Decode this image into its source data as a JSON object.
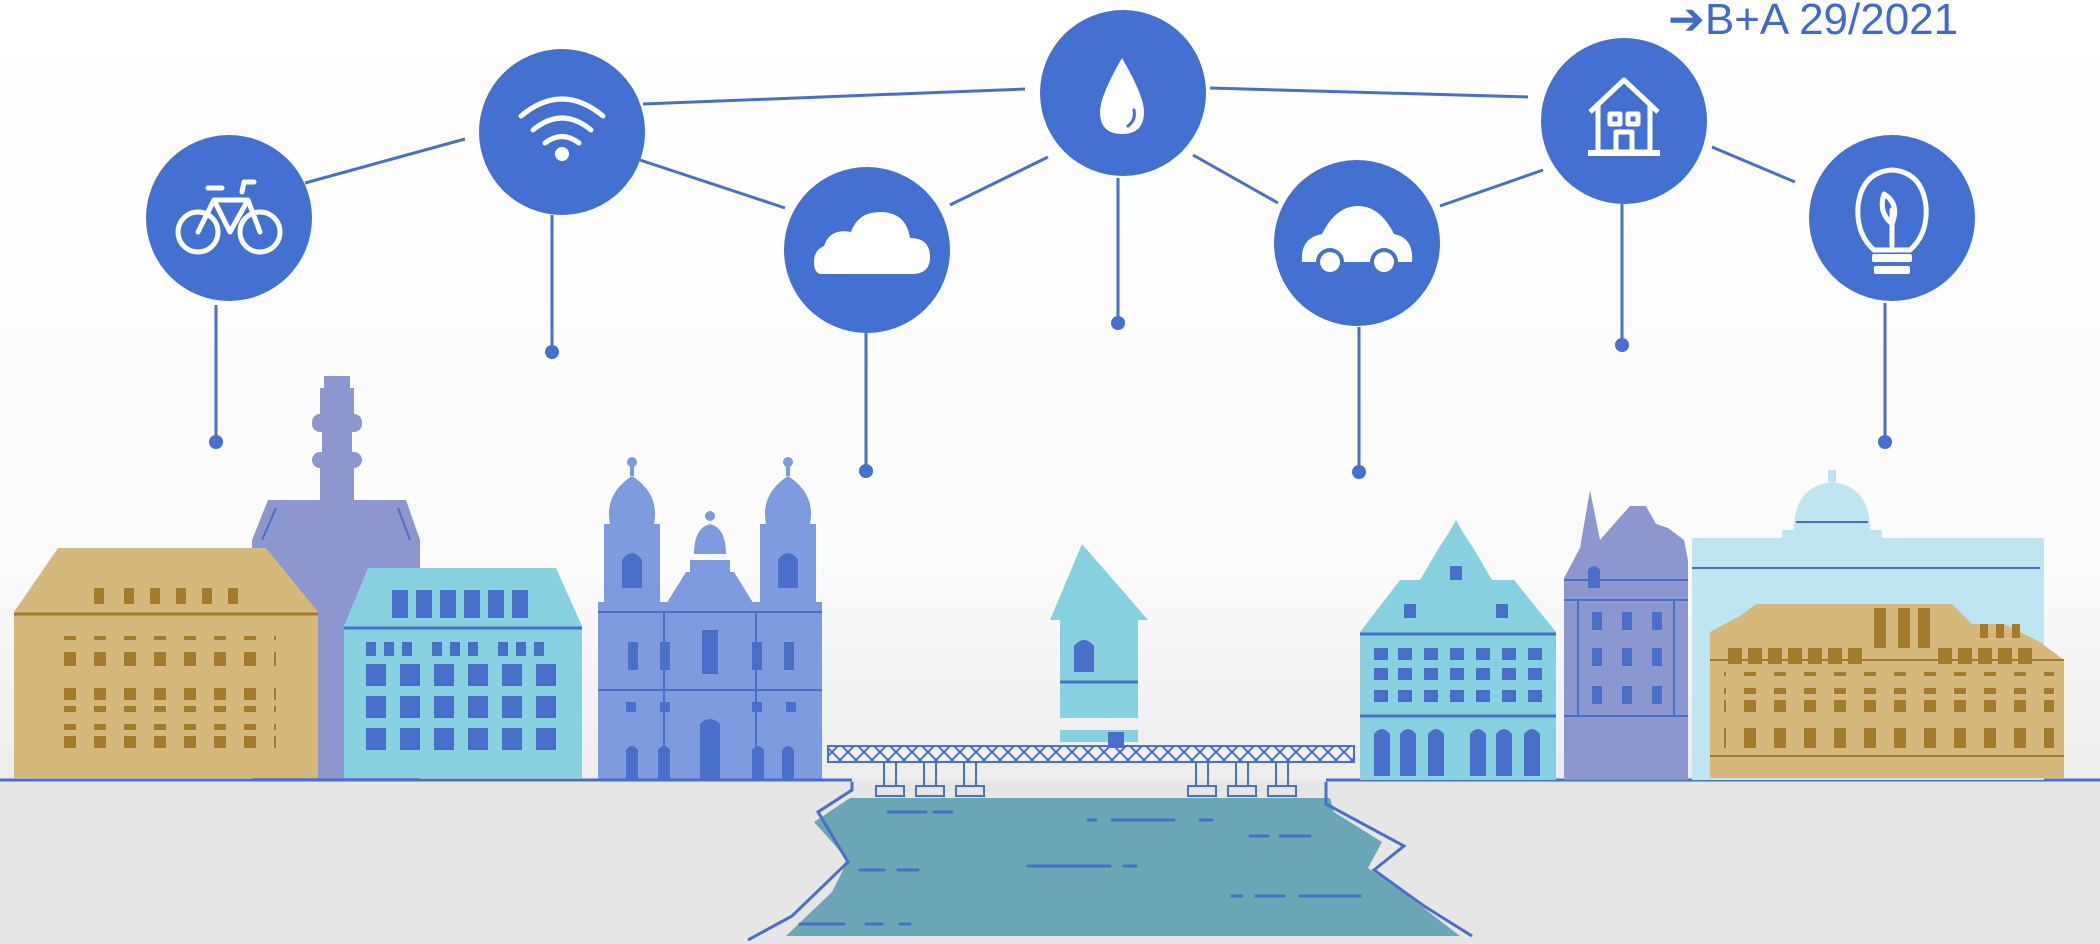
{
  "reference_link": {
    "arrow": "➔",
    "text": "B+A 29/2021"
  },
  "icons": [
    {
      "name": "bicycle-icon",
      "glyph": "bicycle"
    },
    {
      "name": "wifi-icon",
      "glyph": "wifi"
    },
    {
      "name": "cloud-icon",
      "glyph": "cloud"
    },
    {
      "name": "water-drop-icon",
      "glyph": "water-drop"
    },
    {
      "name": "car-icon",
      "glyph": "car"
    },
    {
      "name": "house-icon",
      "glyph": "house"
    },
    {
      "name": "lightbulb-icon",
      "glyph": "lightbulb"
    }
  ],
  "colors": {
    "icon_blue": "#4470d2",
    "tan": "#d6b87c",
    "tan_dark": "#a47b2a",
    "light_blue": "#86d0e0",
    "lavender": "#8d97cf",
    "periwinkle": "#7e9be0",
    "river": "#6aa6b5",
    "line_blue": "#4a6fc9"
  }
}
